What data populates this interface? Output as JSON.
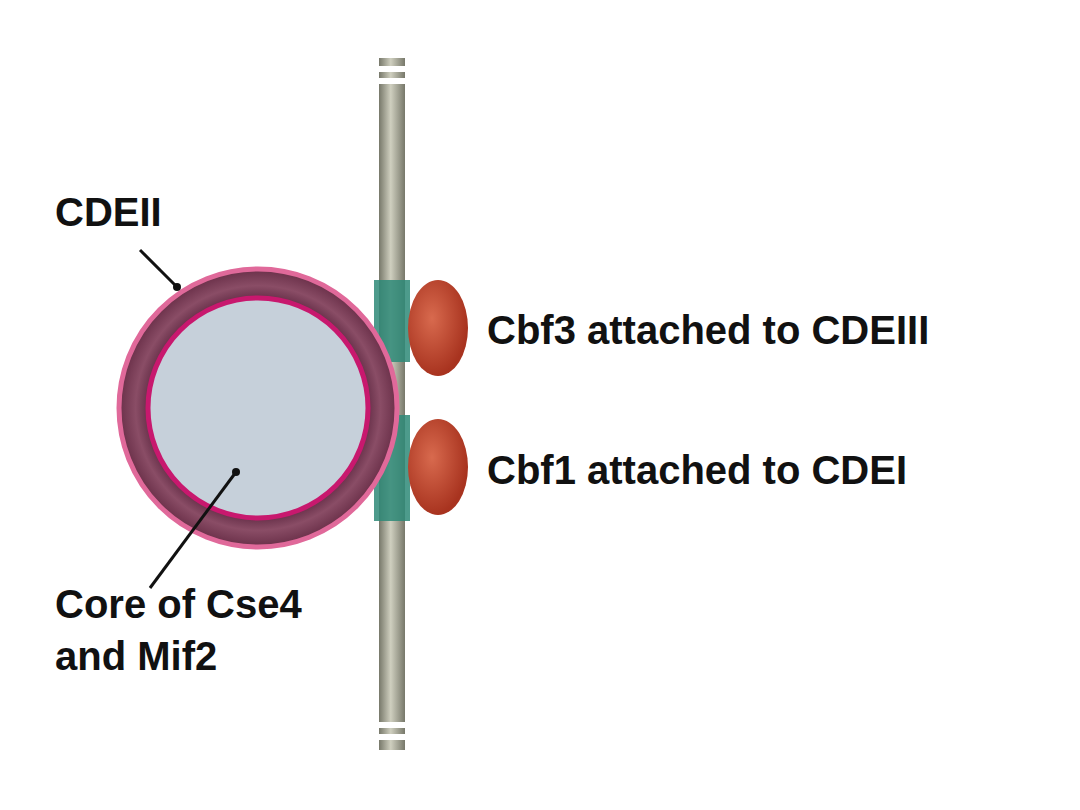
{
  "diagram": {
    "labels": [
      "CDEII",
      "Cbf3 attached to CDEIII",
      "Cbf1 attached to CDEI",
      "Core of Cse4 and Mif2"
    ]
  }
}
